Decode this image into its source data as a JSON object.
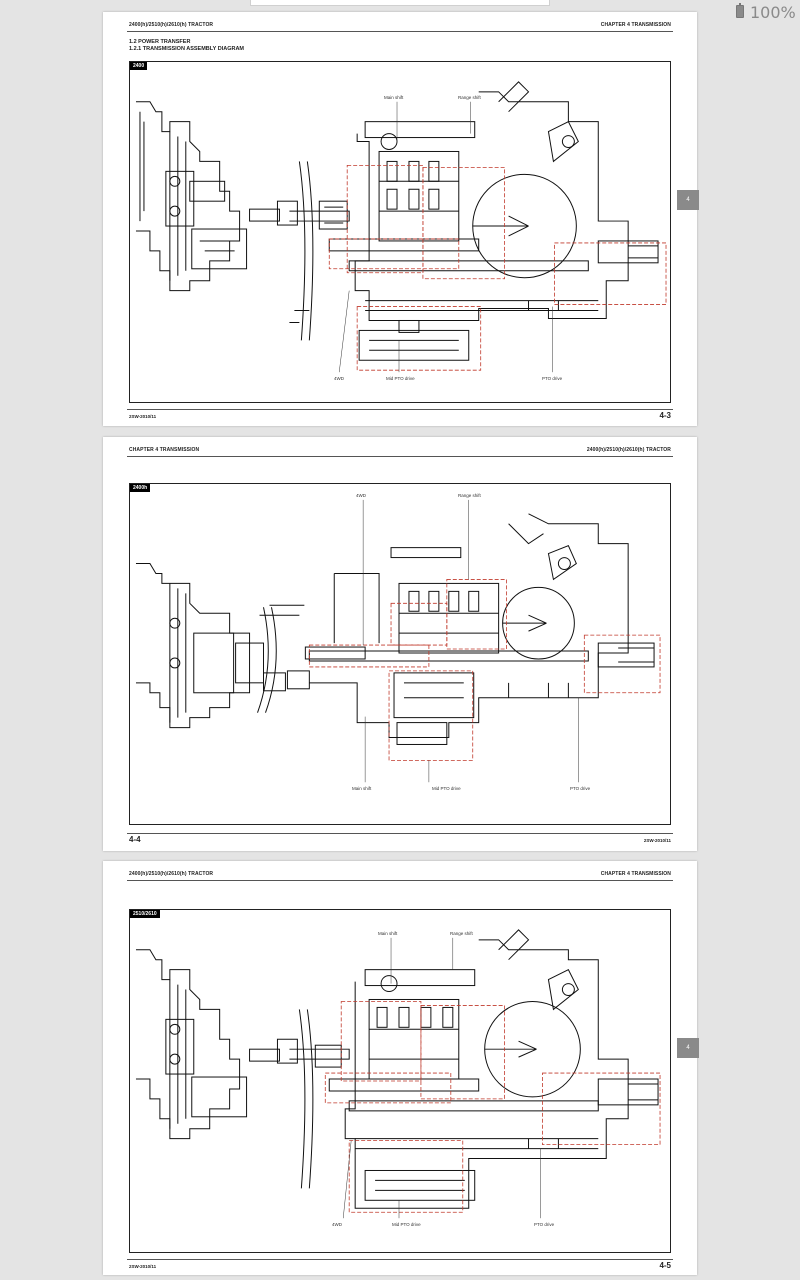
{
  "status": {
    "battery": "100%"
  },
  "pages": [
    {
      "header_left": "2400(h)/2510(h)/2610(h) TRACTOR",
      "header_right": "CHAPTER 4  TRANSMISSION",
      "section": "1.2  POWER TRANSFER",
      "subsection": "1.2.1  TRANSMISSION ASSEMBLY DIAGRAM",
      "model": "2400",
      "callouts_top": [
        "Main shift",
        "Range shift"
      ],
      "callouts_bottom": [
        "4WD",
        "Mid PTO drive",
        "PTO drive"
      ],
      "footer_left": "2SW-2010/11",
      "page_number": "4-3",
      "side_tab": "4"
    },
    {
      "header_left": "CHAPTER 4  TRANSMISSION",
      "header_right": "2400(h)/2510(h)/2610(h) TRACTOR",
      "model": "2400h",
      "callouts_top": [
        "4WD",
        "Range shift"
      ],
      "callouts_bottom": [
        "Main shift",
        "Mid PTO drive",
        "PTO drive"
      ],
      "page_number": "4-4",
      "footer_right": "2SW-2010/11"
    },
    {
      "header_left": "2400(h)/2510(h)/2610(h) TRACTOR",
      "header_right": "CHAPTER 4  TRANSMISSION",
      "model": "2510/2610",
      "callouts_top": [
        "Main shift",
        "Range shift"
      ],
      "callouts_bottom": [
        "4WD",
        "Mid PTO drive",
        "PTO drive"
      ],
      "footer_left": "2SW-2010/11",
      "page_number": "4-5",
      "side_tab": "4"
    }
  ]
}
